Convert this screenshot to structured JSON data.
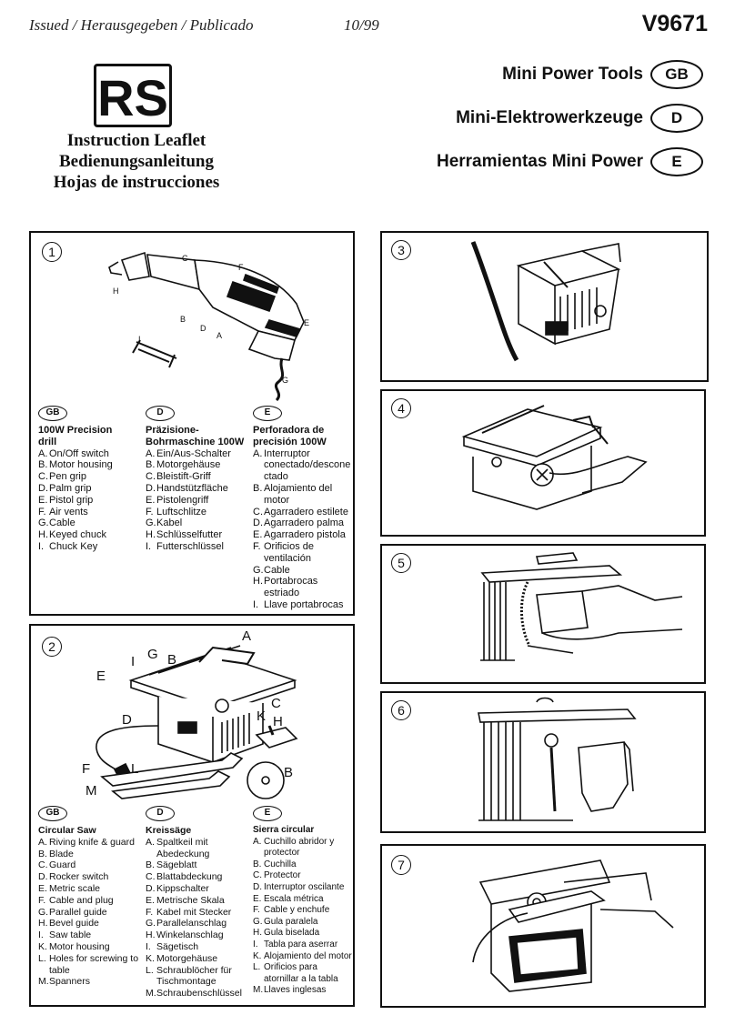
{
  "header": {
    "issued": "Issued / Herausgegeben / Publicado",
    "date": "10/99",
    "code": "V9671",
    "logo_text": "RS",
    "leaflet_lines": [
      "Instruction Leaflet",
      "Bedienungsanleitung",
      "Hojas de instrucciones"
    ]
  },
  "products": [
    {
      "title": "Mini Power Tools",
      "badge": "GB"
    },
    {
      "title": "Mini-Elektrowerkzeuge",
      "badge": "D"
    },
    {
      "title": "Herramientas Mini Power",
      "badge": "E"
    }
  ],
  "panel1": {
    "number": "1",
    "labels": [
      "C",
      "F",
      "H",
      "B",
      "D",
      "E",
      "A",
      "I",
      "G"
    ],
    "cols": [
      {
        "badge": "GB",
        "heading": [
          "100W Precision",
          "drill"
        ],
        "items": [
          [
            "A.",
            "On/Off switch"
          ],
          [
            "B.",
            "Motor housing"
          ],
          [
            "C.",
            "Pen grip"
          ],
          [
            "D.",
            "Palm grip"
          ],
          [
            "E.",
            "Pistol grip"
          ],
          [
            "F.",
            "Air vents"
          ],
          [
            "G.",
            "Cable"
          ],
          [
            "H.",
            "Keyed chuck"
          ],
          [
            "I.",
            "Chuck Key"
          ]
        ]
      },
      {
        "badge": "D",
        "heading": [
          "Präzisione-",
          "Bohrmaschine 100W"
        ],
        "items": [
          [
            "A.",
            "Ein/Aus-Schalter"
          ],
          [
            "B.",
            "Motorgehäuse"
          ],
          [
            "C.",
            "Bleistift-Griff"
          ],
          [
            "D.",
            "Handstützfläche"
          ],
          [
            "E.",
            "Pistolengriff"
          ],
          [
            "F.",
            "Luftschlitze"
          ],
          [
            "G.",
            "Kabel"
          ],
          [
            "H.",
            "Schlüsselfutter"
          ],
          [
            "I.",
            "Futterschlüssel"
          ]
        ]
      },
      {
        "badge": "E",
        "heading": [
          "Perforadora de",
          "precisión 100W"
        ],
        "items": [
          [
            "A.",
            "Interruptor conectado/descone ctado"
          ],
          [
            "B.",
            "Alojamiento del motor"
          ],
          [
            "C.",
            "Agarradero estilete"
          ],
          [
            "D.",
            "Agarradero palma"
          ],
          [
            "E.",
            "Agarradero pistola"
          ],
          [
            "F.",
            "Orificios de ventilación"
          ],
          [
            "G.",
            "Cable"
          ],
          [
            "H.",
            "Portabrocas estriado"
          ],
          [
            "I.",
            "Llave portabrocas"
          ]
        ]
      }
    ]
  },
  "panel2": {
    "number": "2",
    "labels": [
      "A",
      "I",
      "G",
      "B",
      "E",
      "C",
      "K",
      "D",
      "H",
      "F",
      "L",
      "B",
      "M"
    ],
    "cols": [
      {
        "badge": "GB",
        "heading": [
          "Circular Saw"
        ],
        "items": [
          [
            "A.",
            "Riving knife & guard"
          ],
          [
            "B.",
            "Blade"
          ],
          [
            "C.",
            "Guard"
          ],
          [
            "D.",
            "Rocker switch"
          ],
          [
            "E.",
            "Metric scale"
          ],
          [
            "F.",
            "Cable and plug"
          ],
          [
            "G.",
            "Parallel guide"
          ],
          [
            "H.",
            "Bevel guide"
          ],
          [
            "I.",
            "Saw table"
          ],
          [
            "K.",
            "Motor housing"
          ],
          [
            "L.",
            "Holes for screwing to table"
          ],
          [
            "M.",
            "Spanners"
          ]
        ]
      },
      {
        "badge": "D",
        "heading": [
          "Kreissäge"
        ],
        "items": [
          [
            "A.",
            "Spaltkeil mit Abedeckung"
          ],
          [
            "B.",
            "Sägeblatt"
          ],
          [
            "C.",
            "Blattabdeckung"
          ],
          [
            "D.",
            "Kippschalter"
          ],
          [
            "E.",
            "Metrische Skala"
          ],
          [
            "F.",
            "Kabel mit Stecker"
          ],
          [
            "G.",
            "Parallelanschlag"
          ],
          [
            "H.",
            "Winkelanschlag"
          ],
          [
            "I.",
            "Sägetisch"
          ],
          [
            "K.",
            "Motorgehäuse"
          ],
          [
            "L.",
            "Schraublöcher für Tischmontage"
          ],
          [
            "M.",
            "Schraubenschlüssel"
          ]
        ]
      },
      {
        "badge": "E",
        "heading": [
          "Sierra circular"
        ],
        "items": [
          [
            "A.",
            "Cuchillo abridor y protector"
          ],
          [
            "B.",
            "Cuchilla"
          ],
          [
            "C.",
            "Protector"
          ],
          [
            "D.",
            "Interruptor oscilante"
          ],
          [
            "E.",
            "Escala métrica"
          ],
          [
            "F.",
            "Cable y enchufe"
          ],
          [
            "G.",
            "Gula paralela"
          ],
          [
            "H.",
            "Gula biselada"
          ],
          [
            "I.",
            "Tabla para aserrar"
          ],
          [
            "K.",
            "Alojamiento del motor"
          ],
          [
            "L.",
            "Orificios para atornillar a la tabla"
          ],
          [
            "M.",
            "Llaves inglesas"
          ]
        ]
      }
    ]
  },
  "figures": [
    "3",
    "4",
    "5",
    "6",
    "7"
  ]
}
